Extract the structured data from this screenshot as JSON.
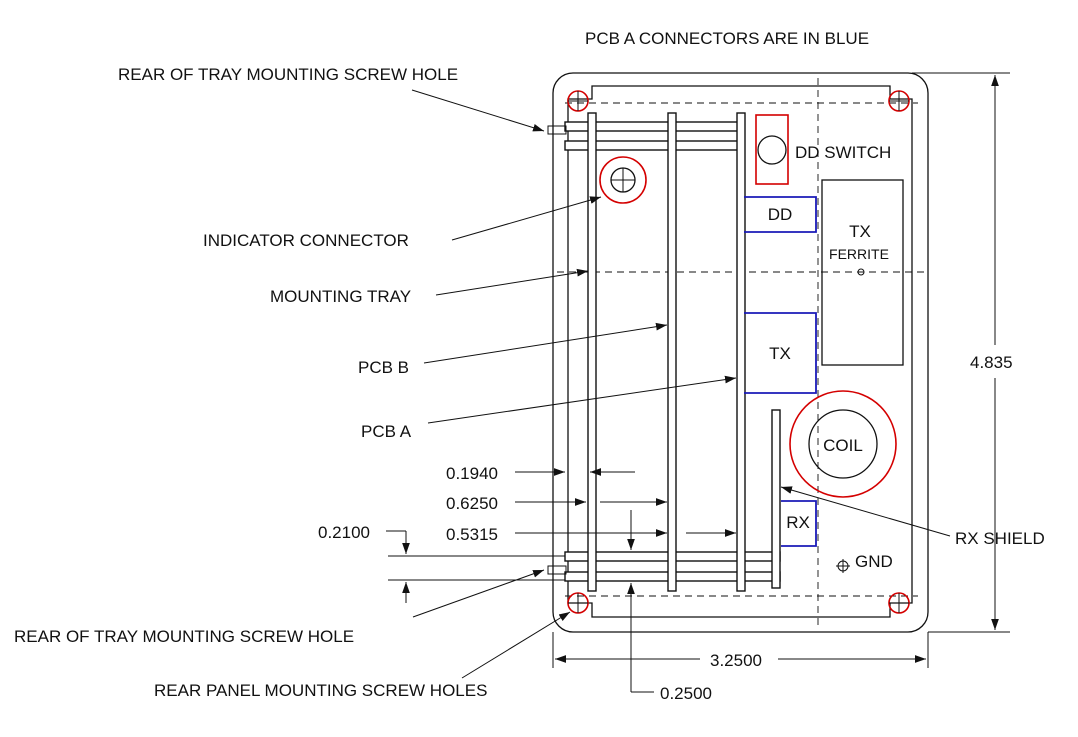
{
  "title": "PCB A CONNECTORS ARE IN BLUE",
  "labels": {
    "rear_tray_hole_top": "REAR OF TRAY MOUNTING SCREW HOLE",
    "indicator_connector": "INDICATOR CONNECTOR",
    "mounting_tray": "MOUNTING TRAY",
    "pcb_b": "PCB B",
    "pcb_a": "PCB A",
    "rear_tray_hole_bottom": "REAR OF TRAY MOUNTING SCREW HOLE",
    "rear_panel_holes": "REAR PANEL MOUNTING SCREW HOLES",
    "rx_shield": "RX SHIELD",
    "dd_switch": "DD SWITCH",
    "gnd": "GND"
  },
  "components": {
    "dd": "DD",
    "tx_connector": "TX",
    "tx_ferrite_top": "TX",
    "tx_ferrite_bottom": "FERRITE",
    "coil": "COIL",
    "rx": "RX"
  },
  "dimensions": {
    "height": "4.835",
    "width": "3.2500",
    "d_0194": "0.1940",
    "d_0625": "0.6250",
    "d_05315": "0.5315",
    "d_0210": "0.2100",
    "d_0250": "0.2500"
  },
  "colors": {
    "outline": "#111111",
    "pcb_a_connectors": "#1a1ab8",
    "holes": "#d40000"
  }
}
